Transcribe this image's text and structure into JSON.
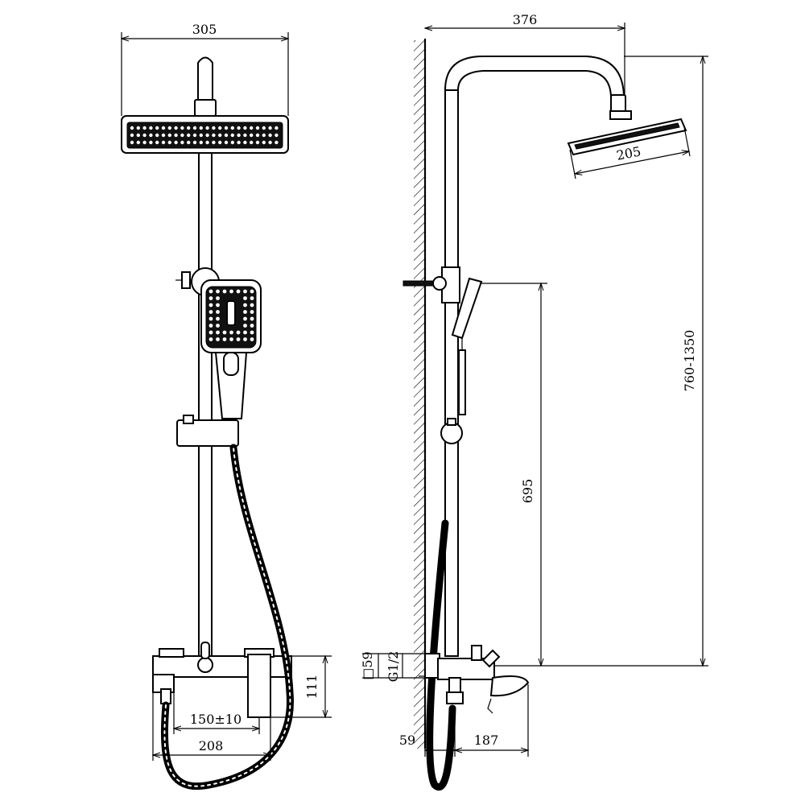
{
  "dimensions": {
    "front_head_width": "305",
    "side_projection": "376",
    "side_head_diameter": "205",
    "height_range": "760-1350",
    "hand_shower_height": "695",
    "outlet_square": "□59",
    "thread_size": "G1/2",
    "mixer_height": "111",
    "center_spacing": "150±10",
    "mixer_width": "208",
    "wall_offset": "59",
    "spout_length": "187"
  },
  "colors": {
    "line": "#000000",
    "background": "#ffffff"
  }
}
